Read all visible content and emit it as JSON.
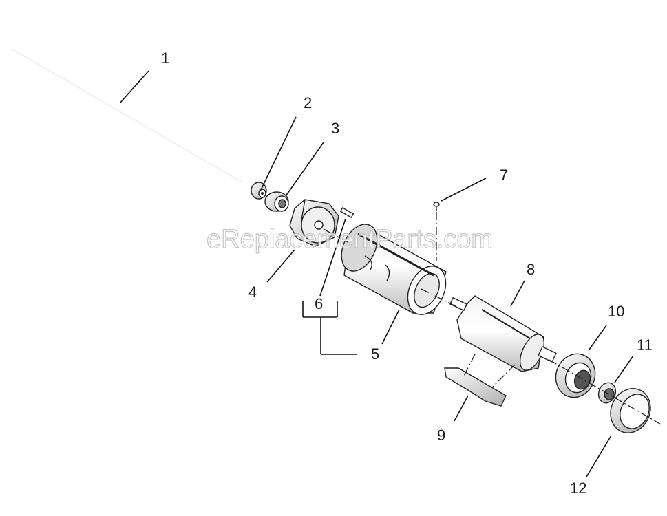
{
  "watermark": "eReplacementParts.com",
  "callouts": {
    "c1": "1",
    "c2": "2",
    "c3": "3",
    "c4": "4",
    "c5": "5",
    "c6": "6",
    "c7": "7",
    "c8": "8",
    "c9": "9",
    "c10": "10",
    "c11": "11",
    "c12": "12"
  }
}
